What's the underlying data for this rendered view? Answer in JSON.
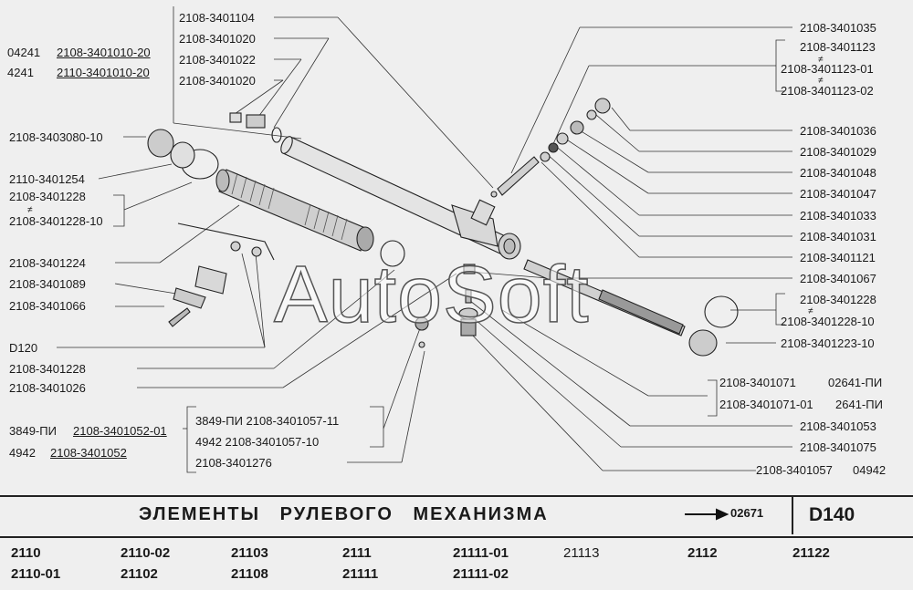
{
  "labels_left": {
    "l1a": "04241",
    "l1b": "2108-3401010-20",
    "l2a": "4241",
    "l2b": "2110-3401010-20",
    "p1": "2108-3403080-10",
    "p2": "2110-3401254",
    "p3": "2108-3401228",
    "p4": "2108-3401228-10",
    "p5": "2108-3401224",
    "p6": "2108-3401089",
    "p7": "2108-3401066",
    "p8": "D120",
    "p9": "2108-3401228",
    "p10": "2108-3401026",
    "b1a": "3849-ПИ",
    "b1b": "2108-3401052-01",
    "b2a": "4942",
    "b2b": "2108-3401052"
  },
  "labels_top": {
    "t1": "2108-3401104",
    "t2": "2108-3401020",
    "t3": "2108-3401022",
    "t4": "2108-3401020"
  },
  "labels_center": {
    "c1": "3849-ПИ  2108-3401057-11",
    "c2": "4942   2108-3401057-10",
    "c3": "2108-3401276"
  },
  "labels_right": {
    "r1": "2108-3401035",
    "r2": "2108-3401123",
    "r3": "2108-3401123-01",
    "r4": "2108-3401123-02",
    "r5": "2108-3401036",
    "r6": "2108-3401029",
    "r7": "2108-3401048",
    "r8": "2108-3401047",
    "r9": "2108-3401033",
    "r10": "2108-3401031",
    "r11": "2108-3401121",
    "r12": "2108-3401067",
    "r13": "2108-3401228",
    "r14": "2108-3401228-10",
    "r15": "2108-3401223-10",
    "r16a": "2108-3401071",
    "r16b": "02641-ПИ",
    "r17a": "2108-3401071-01",
    "r17b": "2641-ПИ",
    "r18": "2108-3401053",
    "r19": "2108-3401075",
    "r20a": "2108-3401057",
    "r20b": "04942"
  },
  "footer": {
    "title": "ЭЛЕМЕНТЫ  РУЛЕВОГО  МЕХАНИЗМА",
    "ref": "02671",
    "code": "D140",
    "models": [
      "2110",
      "2110-01",
      "2110-02",
      "21102",
      "21103",
      "21108",
      "2111",
      "21111",
      "21111-01",
      "21111-02",
      "21113",
      "2112",
      "21122"
    ]
  },
  "watermark": "AutoSoft"
}
